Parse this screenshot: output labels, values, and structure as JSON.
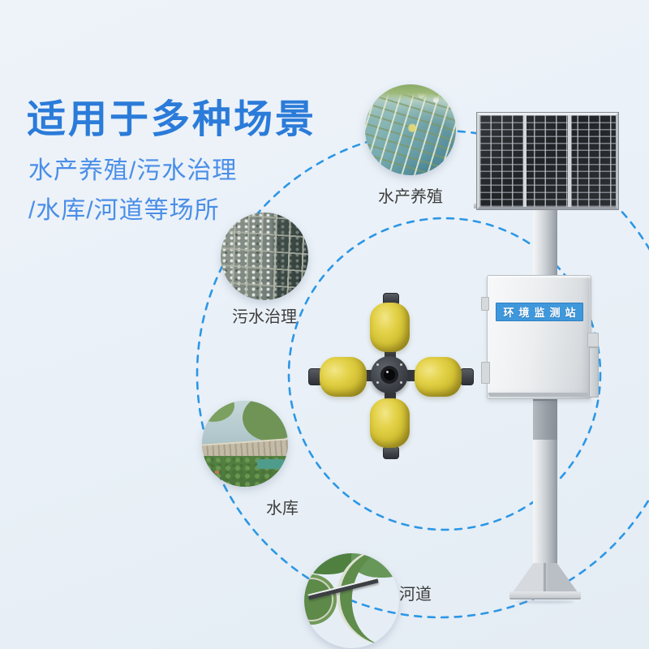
{
  "header": {
    "title": "适用于多种场景",
    "subtitle_line1": "水产养殖/污水治理",
    "subtitle_line2": "/水库/河道等场所",
    "title_color": "#2b7bd9",
    "subtitle_color": "#4a8ee8"
  },
  "scenarios": [
    {
      "id": "aquaculture",
      "label": "水产养殖"
    },
    {
      "id": "sewage-treatment",
      "label": "污水治理"
    },
    {
      "id": "reservoir",
      "label": "水库"
    },
    {
      "id": "river",
      "label": "河道"
    }
  ],
  "station": {
    "banner_label": "环境监测站",
    "banner_color": "#3f98dc"
  },
  "buoy": {
    "float_color": "#dcc93a",
    "hub_color": "#3f4248"
  },
  "orbits": {
    "dash_color": "#2b97e6"
  },
  "page": {
    "background_color": "#eaf1f8",
    "label_color": "#3d3d3d"
  }
}
